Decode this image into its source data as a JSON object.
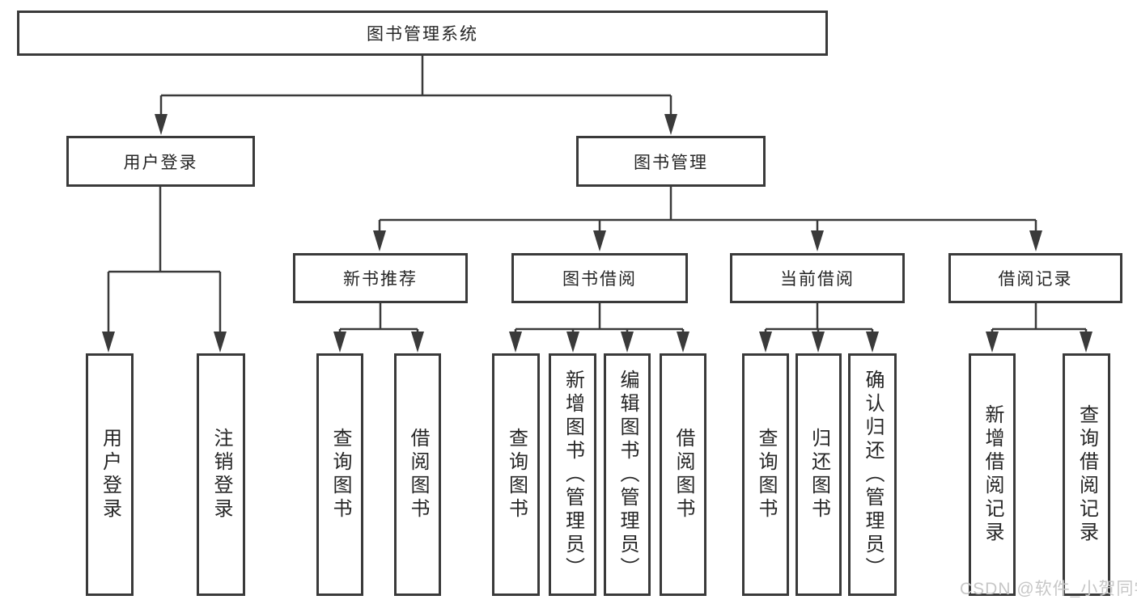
{
  "diagram": {
    "type": "hierarchy-tree",
    "watermark": "CSDN @软件_小贺同学",
    "colors": {
      "line": "#3a3a3a",
      "text": "#262626",
      "background": "#ffffff",
      "watermark": "#c7c7c7"
    },
    "tree": {
      "label": "图书管理系统",
      "children": [
        {
          "label": "用户登录",
          "children": [
            {
              "label": "用户登录"
            },
            {
              "label": "注销登录"
            }
          ]
        },
        {
          "label": "图书管理",
          "children": [
            {
              "label": "新书推荐",
              "children": [
                {
                  "label": "查询图书"
                },
                {
                  "label": "借阅图书"
                }
              ]
            },
            {
              "label": "图书借阅",
              "children": [
                {
                  "label": "查询图书"
                },
                {
                  "label": "新增图书（管理员）"
                },
                {
                  "label": "编辑图书（管理员）"
                },
                {
                  "label": "借阅图书"
                }
              ]
            },
            {
              "label": "当前借阅",
              "children": [
                {
                  "label": "查询图书"
                },
                {
                  "label": "归还图书"
                },
                {
                  "label": "确认归还（管理员）"
                }
              ]
            },
            {
              "label": "借阅记录",
              "children": [
                {
                  "label": "新增借阅记录"
                },
                {
                  "label": "查询借阅记录"
                }
              ]
            }
          ]
        }
      ]
    }
  }
}
